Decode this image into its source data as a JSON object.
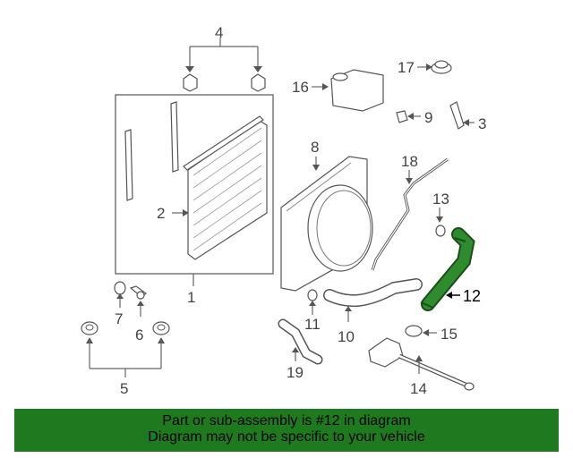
{
  "labels": {
    "l1": "1",
    "l2": "2",
    "l3": "3",
    "l4": "4",
    "l5": "5",
    "l6": "6",
    "l7": "7",
    "l8": "8",
    "l9": "9",
    "l10": "10",
    "l11": "11",
    "l12": "12",
    "l13": "13",
    "l14": "14",
    "l15": "15",
    "l16": "16",
    "l17": "17",
    "l18": "18",
    "l19": "19"
  },
  "highlighted_part": "12",
  "colors": {
    "highlight": "#2e8b2e",
    "banner": "#1f7a1f",
    "lines": "#555555"
  },
  "banner": {
    "line1": "Part or sub-assembly is #12 in diagram",
    "line2": "Diagram may not be specific to your vehicle"
  }
}
